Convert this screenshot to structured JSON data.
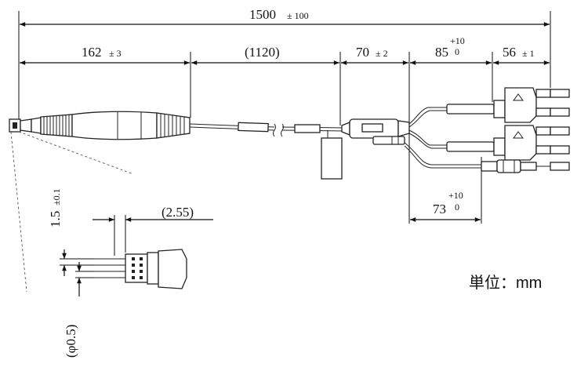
{
  "dimensions": {
    "total": {
      "value": "1500",
      "tol": "± 100"
    },
    "probe": {
      "value": "162",
      "tol": "± 3"
    },
    "cable": {
      "value": "(1120)"
    },
    "splitter": {
      "value": "70",
      "tol": "± 2"
    },
    "branch_upper": {
      "value": "85",
      "tol_plus": "+10",
      "tol_minus": "0"
    },
    "plug": {
      "value": "56",
      "tol": "± 1"
    },
    "branch_lower": {
      "value": "73",
      "tol_plus": "+10",
      "tol_minus": "0"
    },
    "pin_pitch": {
      "value": "1.5",
      "tol": "±0.1"
    },
    "pin_length": {
      "value": "(2.55)"
    },
    "pin_diameter": {
      "value": "(φ0.5)"
    }
  },
  "units_label": "単位：mm"
}
